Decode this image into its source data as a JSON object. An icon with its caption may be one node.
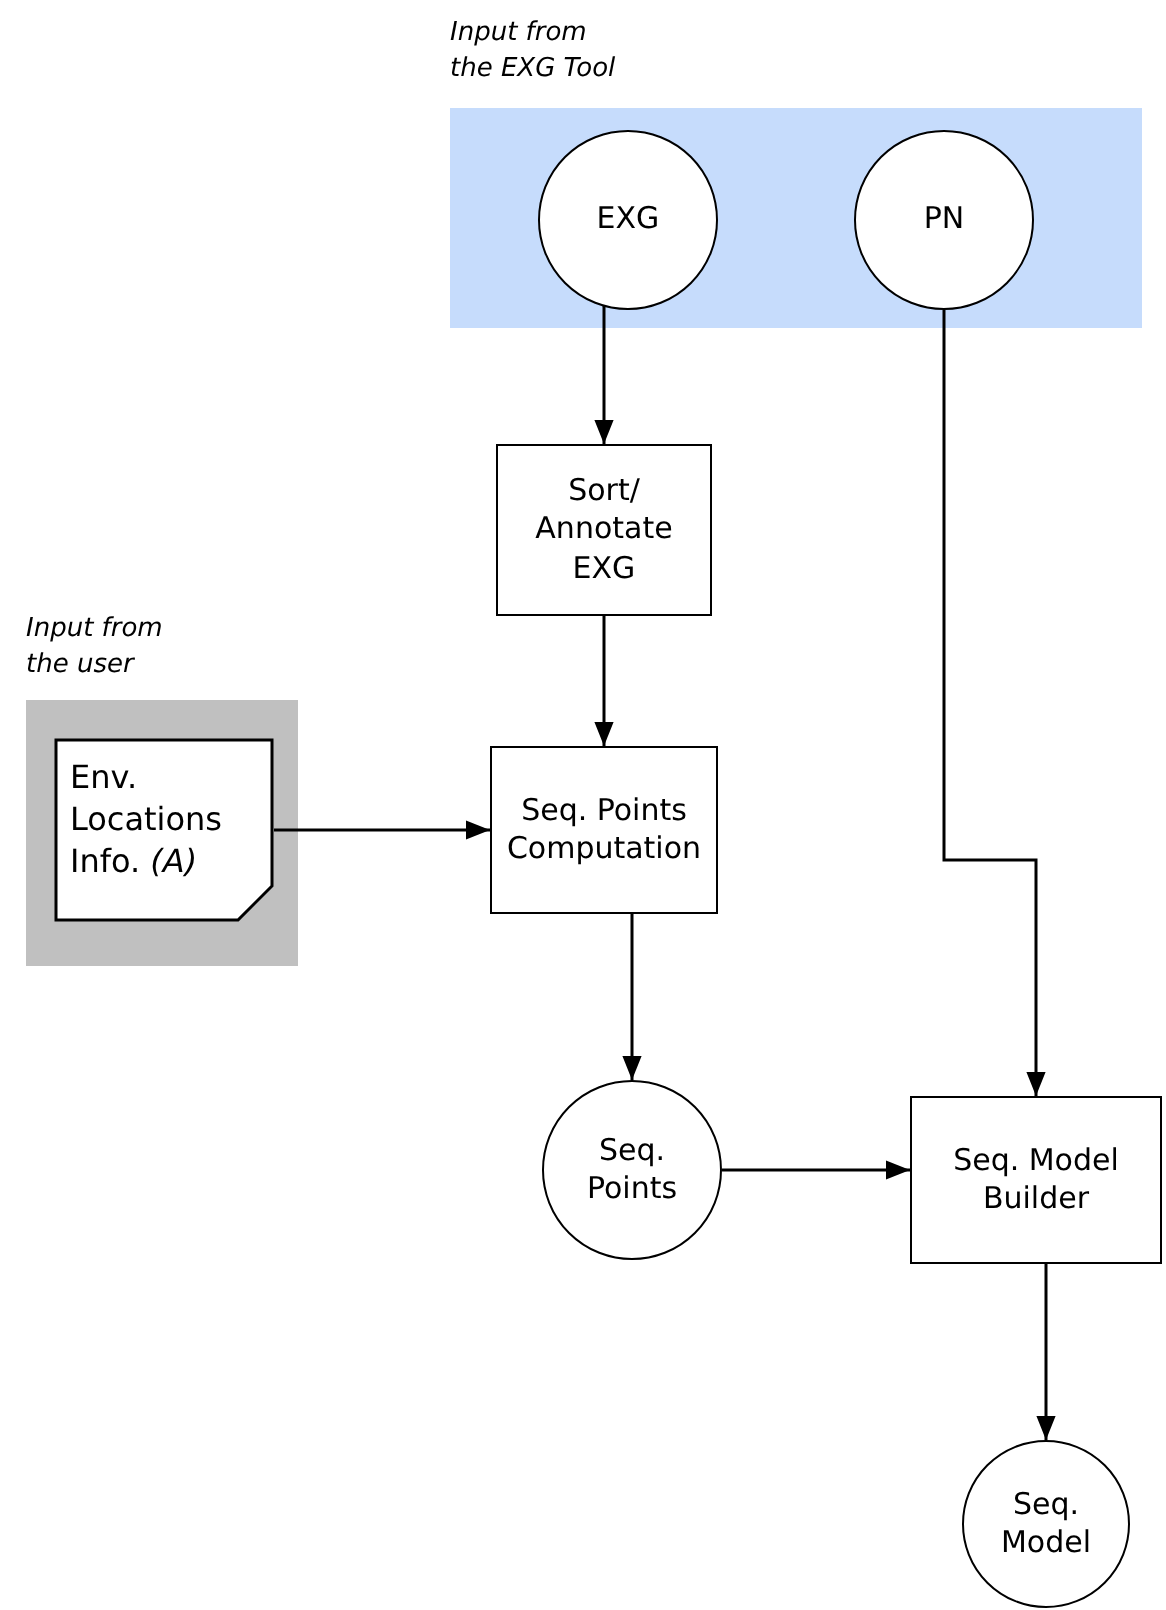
{
  "diagram": {
    "nodes": [
      {
        "text": [
          "Input from the EXG Tool"
        ]
      },
      {
        "text": [
          "EXG"
        ],
        "in": 0
      },
      {
        "text": [
          "PN"
        ],
        "in": 0
      },
      {
        "text": [
          "Sort/ Annotate EXG"
        ]
      },
      {
        "text": [
          "Input from the user"
        ]
      },
      {
        "text": [
          "Env. Locations Info. *(A)*"
        ],
        "in": 4
      },
      {
        "text": [
          "Seq. Points Computation"
        ]
      },
      {
        "text": [
          "Seq. Points"
        ]
      },
      {
        "text": [
          "Seq. Model Builder"
        ]
      },
      {
        "text": [
          "Seq. Model"
        ]
      }
    ],
    "edges": [
      {
        "from": 1,
        "to": 3,
        "arrow": "to"
      },
      {
        "from": 3,
        "to": 6,
        "arrow": "to"
      },
      {
        "from": 5,
        "to": 6,
        "arrow": "to"
      },
      {
        "from": 6,
        "to": 7,
        "arrow": "to"
      },
      {
        "from": 2,
        "to": 8,
        "arrow": "to"
      },
      {
        "from": 7,
        "to": 8,
        "arrow": "to"
      },
      {
        "from": 8,
        "to": 9,
        "arrow": "to"
      }
    ]
  }
}
